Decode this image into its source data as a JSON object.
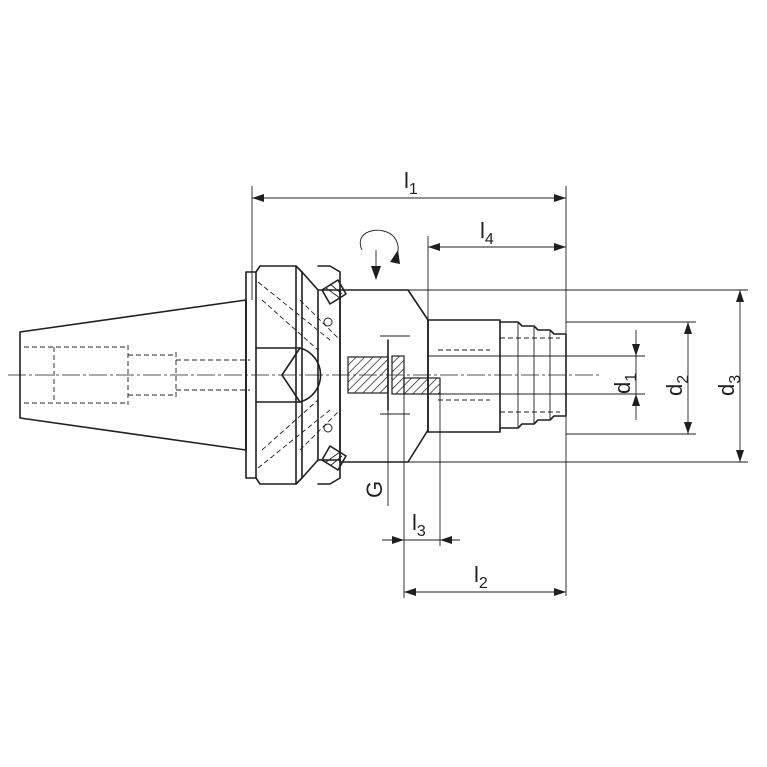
{
  "dimensions": {
    "l1": {
      "main": "l",
      "sub": "1"
    },
    "l2": {
      "main": "l",
      "sub": "2"
    },
    "l3": {
      "main": "l",
      "sub": "3"
    },
    "l4": {
      "main": "l",
      "sub": "4"
    },
    "d1": {
      "main": "d",
      "sub": "1"
    },
    "d2": {
      "main": "d",
      "sub": "2"
    },
    "d3": {
      "main": "d",
      "sub": "3"
    },
    "G": {
      "main": "G"
    }
  }
}
